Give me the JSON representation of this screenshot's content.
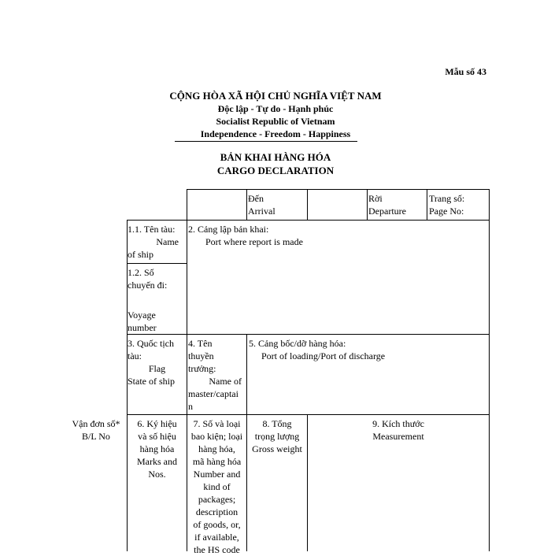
{
  "form_number": "Mẫu số 43",
  "header": {
    "country_vn": "CỘNG HÒA XÃ HỘI CHỦ NGHĨA VIỆT NAM",
    "motto_vn": "Độc lập - Tự do - Hạnh phúc",
    "country_en": "Socialist Republic of Vietnam",
    "motto_en": "Independence - Freedom - Happiness"
  },
  "title": {
    "vn": "BẢN KHAI HÀNG HÓA",
    "en": "CARGO DECLARATION"
  },
  "top_row": {
    "arrival_vn": "Đến",
    "arrival_en": "Arrival",
    "departure_vn": "Rời",
    "departure_en": "Departure",
    "page_vn": "Trang số:",
    "page_en": "Page No:"
  },
  "fields": {
    "ship_name_vn": "1.1. Tên tàu:",
    "ship_name_en_1": "Name",
    "ship_name_en_2": "of ship",
    "port_report_vn": "2. Cảng lập bản khai:",
    "port_report_en": "Port where report is made",
    "voyage_vn_1": "1.2. Số",
    "voyage_vn_2": "chuyến đi:",
    "voyage_en_1": "Voyage",
    "voyage_en_2": "number",
    "flag_vn_1": "3. Quốc tịch",
    "flag_vn_2": "tàu:",
    "flag_en_1": "Flag",
    "flag_en_2": "State of ship",
    "master_vn_1": "4. Tên",
    "master_vn_2": "thuyền",
    "master_vn_3": "trưởng:",
    "master_en_1": "Name of",
    "master_en_2": "master/captai",
    "master_en_3": "n",
    "port_load_vn": "5. Cảng bốc/dỡ hàng hóa:",
    "port_load_en": "Port of loading/Port of discharge"
  },
  "columns": {
    "bl_vn": "Vận đơn số*",
    "bl_en": "B/L No",
    "marks": [
      "6. Ký hiệu",
      "và số hiệu",
      "hàng hóa",
      "Marks and",
      "Nos."
    ],
    "kind": [
      "7. Số và loại",
      "bao kiện; loại",
      "hàng hóa,",
      "mã hàng hóa",
      "Number and",
      "kind of",
      "packages;",
      "description",
      "of goods, or,",
      "if available,",
      "the HS code"
    ],
    "gross": [
      "8. Tổng",
      "trọng lượng",
      "Gross weight"
    ],
    "measure": [
      "9. Kích thước",
      "Measurement"
    ]
  }
}
